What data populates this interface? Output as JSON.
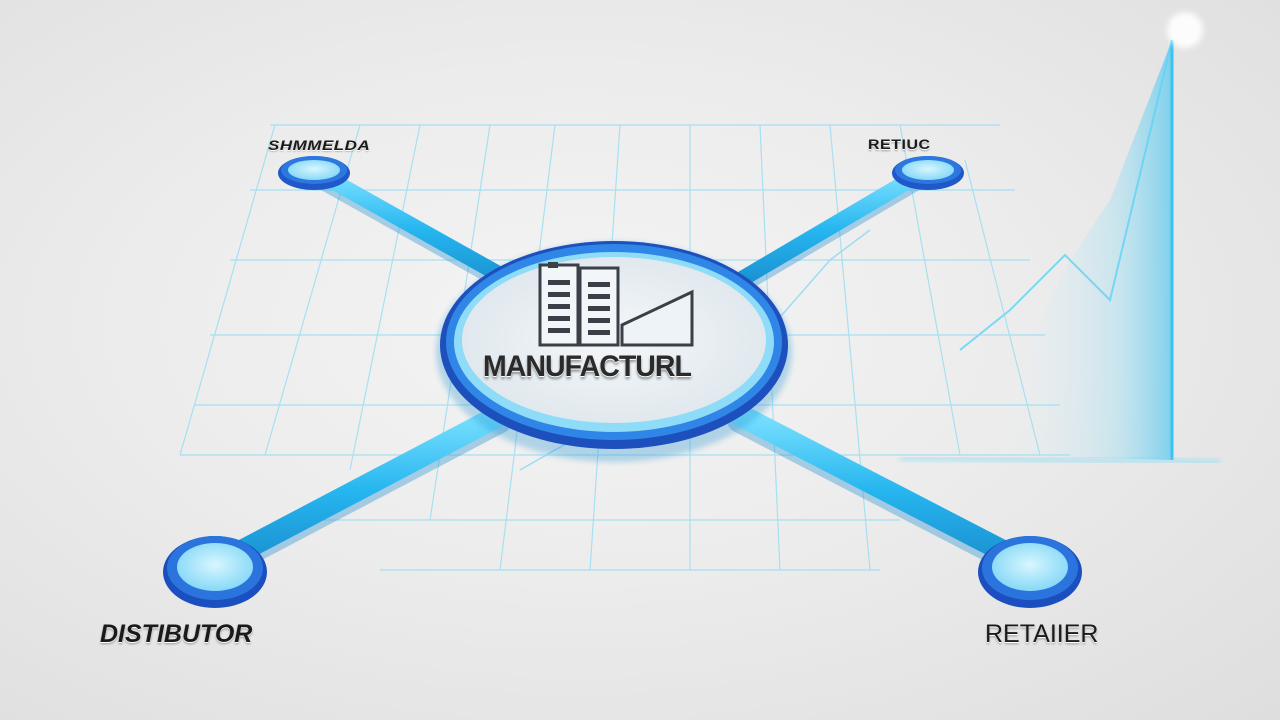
{
  "diagram": {
    "nodes": {
      "top_left": "SHMMELDA",
      "top_right": "RETIUC",
      "bottom_left": "DISTIBUTOR",
      "bottom_right": "RETAIIER",
      "center": "MANUFACTURL"
    },
    "colors": {
      "line": "#35c8f0",
      "ring": "#2a5fd6",
      "ring_fill": "#9fe6fb",
      "grid": "#7fd9f2",
      "background": "#ececec"
    },
    "icons": {
      "center": "factory-building-icon"
    }
  }
}
